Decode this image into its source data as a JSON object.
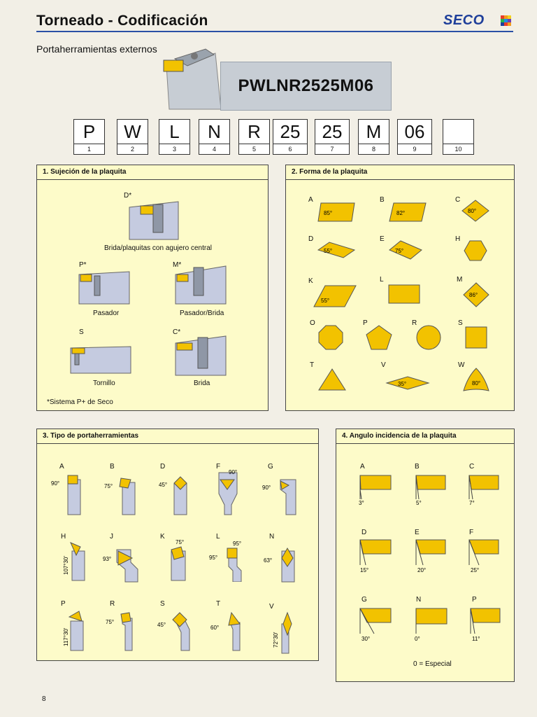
{
  "header": {
    "title": "Torneado - Codificación",
    "brand": "SECO",
    "subtitle": "Portaherramientas externos"
  },
  "code": {
    "full": "PWLNR2525M06",
    "boxes": [
      {
        "value": "P",
        "index": "1"
      },
      {
        "value": "W",
        "index": "2"
      },
      {
        "value": "L",
        "index": "3"
      },
      {
        "value": "N",
        "index": "4"
      },
      {
        "value": "R",
        "index": "5"
      },
      {
        "value": "25",
        "index": "6"
      },
      {
        "value": "25",
        "index": "7"
      },
      {
        "value": "M",
        "index": "8"
      },
      {
        "value": "06",
        "index": "9"
      },
      {
        "value": "",
        "index": "10"
      }
    ]
  },
  "section1": {
    "title": "1. Sujeción de la plaquita",
    "items": [
      {
        "code": "D*",
        "label": "Brida/plaquitas con agujero central"
      },
      {
        "code": "P*",
        "label": "Pasador"
      },
      {
        "code": "M*",
        "label": "Pasador/Brida"
      },
      {
        "code": "S",
        "label": "Tornillo"
      },
      {
        "code": "C*",
        "label": "Brida"
      }
    ],
    "footnote": "*Sistema P+ de Seco"
  },
  "section2": {
    "title": "2. Forma de la plaquita",
    "shapes": [
      {
        "code": "A",
        "angle": "85°"
      },
      {
        "code": "B",
        "angle": "82°"
      },
      {
        "code": "C",
        "angle": "80°"
      },
      {
        "code": "D",
        "angle": "55°"
      },
      {
        "code": "E",
        "angle": "75°"
      },
      {
        "code": "H",
        "angle": ""
      },
      {
        "code": "K",
        "angle": "55°"
      },
      {
        "code": "L",
        "angle": ""
      },
      {
        "code": "M",
        "angle": "86°"
      },
      {
        "code": "O",
        "angle": ""
      },
      {
        "code": "P",
        "angle": ""
      },
      {
        "code": "R",
        "angle": ""
      },
      {
        "code": "S",
        "angle": ""
      },
      {
        "code": "T",
        "angle": ""
      },
      {
        "code": "V",
        "angle": "35°"
      },
      {
        "code": "W",
        "angle": "80°"
      }
    ]
  },
  "section3": {
    "title": "3. Tipo de portaherramientas",
    "items": [
      {
        "code": "A",
        "angle": "90°"
      },
      {
        "code": "B",
        "angle": "75°"
      },
      {
        "code": "D",
        "angle": "45°"
      },
      {
        "code": "F",
        "angle": "90°"
      },
      {
        "code": "G",
        "angle": "90°"
      },
      {
        "code": "H",
        "angle": "107°30'"
      },
      {
        "code": "J",
        "angle": "93°"
      },
      {
        "code": "K",
        "angle": "75°"
      },
      {
        "code": "L",
        "angle": "95°"
      },
      {
        "code": "L",
        "angle": "95°"
      },
      {
        "code": "N",
        "angle": "63°"
      },
      {
        "code": "P",
        "angle": "117°30'"
      },
      {
        "code": "R",
        "angle": "75°"
      },
      {
        "code": "S",
        "angle": "45°"
      },
      {
        "code": "T",
        "angle": "60°"
      },
      {
        "code": "V",
        "angle": "72°30'"
      }
    ]
  },
  "section4": {
    "title": "4. Angulo incidencia de la plaquita",
    "items": [
      {
        "code": "A",
        "angle": "3°"
      },
      {
        "code": "B",
        "angle": "5°"
      },
      {
        "code": "C",
        "angle": "7°"
      },
      {
        "code": "D",
        "angle": "15°"
      },
      {
        "code": "E",
        "angle": "20°"
      },
      {
        "code": "F",
        "angle": "25°"
      },
      {
        "code": "G",
        "angle": "30°"
      },
      {
        "code": "N",
        "angle": "0°"
      },
      {
        "code": "P",
        "angle": "11°"
      }
    ],
    "note": "0 = Especial"
  },
  "page_number": "8",
  "colors": {
    "insert": "#f2c200",
    "holder": "#c5cbe0",
    "panel": "#fdfbc9",
    "accent": "#2a4fa5"
  }
}
